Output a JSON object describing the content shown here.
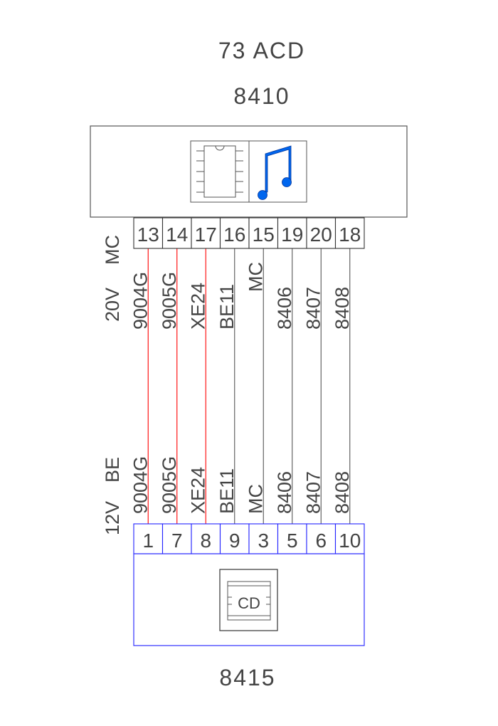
{
  "header": {
    "title": "73 ACD",
    "top_component": "8410"
  },
  "top_connector": {
    "side_labels": [
      "20V",
      "MC"
    ],
    "pins": [
      {
        "pin": "13",
        "wire": "9004G",
        "color": "#ff0000"
      },
      {
        "pin": "14",
        "wire": "9005G",
        "color": "#ff0000"
      },
      {
        "pin": "17",
        "wire": "XE24",
        "color": "#ff0000"
      },
      {
        "pin": "16",
        "wire": "BE11",
        "color": "#555555"
      },
      {
        "pin": "15",
        "wire": "MC",
        "color": "#555555"
      },
      {
        "pin": "19",
        "wire": "8406",
        "color": "#555555"
      },
      {
        "pin": "20",
        "wire": "8407",
        "color": "#555555"
      },
      {
        "pin": "18",
        "wire": "8408",
        "color": "#555555"
      }
    ]
  },
  "bottom_connector": {
    "side_labels": [
      "12V",
      "BE"
    ],
    "pins": [
      {
        "pin": "1",
        "wire": "9004G"
      },
      {
        "pin": "7",
        "wire": "9005G"
      },
      {
        "pin": "8",
        "wire": "XE24"
      },
      {
        "pin": "9",
        "wire": "BE11"
      },
      {
        "pin": "3",
        "wire": "MC"
      },
      {
        "pin": "5",
        "wire": "8406"
      },
      {
        "pin": "6",
        "wire": "8407"
      },
      {
        "pin": "10",
        "wire": "8408"
      }
    ]
  },
  "bottom_component": {
    "id": "8415",
    "icon_text": "CD"
  },
  "icons": {
    "top": [
      "chip-icon",
      "music-note-icon"
    ],
    "bottom": "cd-player-icon"
  },
  "colors": {
    "bottom_outline": "#0000ff",
    "note": "#0066ee"
  }
}
